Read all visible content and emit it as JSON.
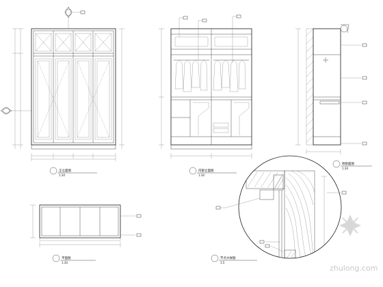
{
  "view_titles": {
    "front_elevation": "正立面图",
    "interior_elevation": "内部立面图",
    "side_section": "侧剖面图",
    "plan": "平面图",
    "detail": "节点大样图"
  },
  "scales": {
    "front_elevation": "1:30",
    "interior_elevation": "1:30",
    "side_section": "1:30",
    "plan": "1:30",
    "detail": "1:5"
  },
  "watermark": {
    "site": "zhulong.com"
  },
  "colors": {
    "line": "#1a1a1a",
    "watermark": "#c8c8c8"
  }
}
